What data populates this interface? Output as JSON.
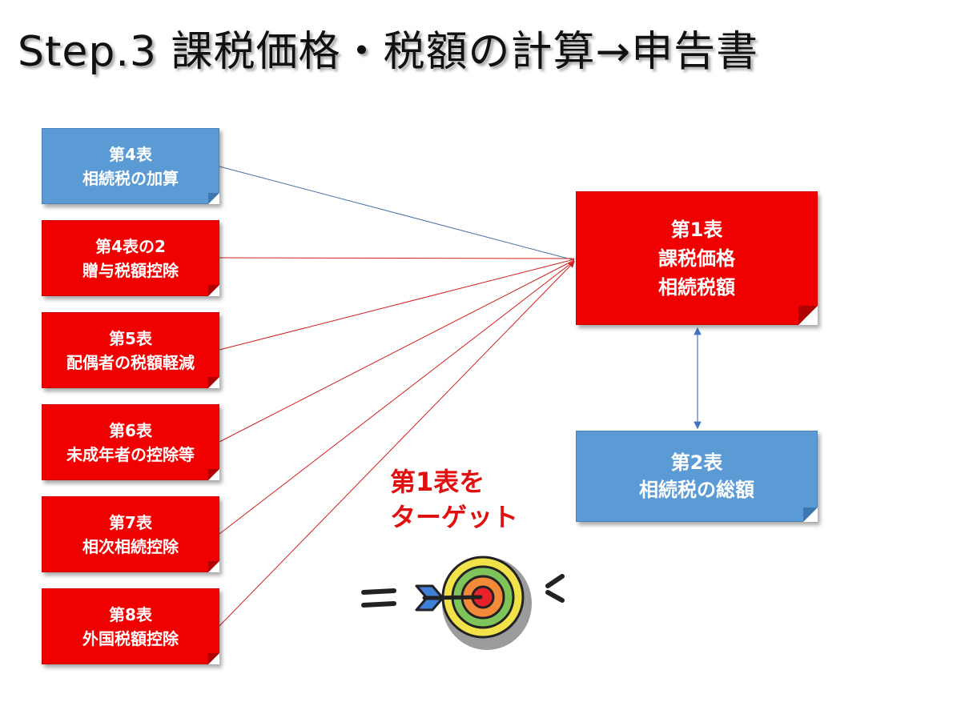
{
  "title": "Step.3 課税価格・税額の計算→申告書",
  "colors": {
    "red": "#f00000",
    "blue": "#5b9bd5",
    "line_red": "#d02020",
    "line_blue": "#4a6fa5",
    "target_text": "#e01010"
  },
  "left_boxes": [
    {
      "id": "table4",
      "color": "blue",
      "lines": [
        "第4表",
        "相続税の加算"
      ]
    },
    {
      "id": "table4-2",
      "color": "red",
      "lines": [
        "第4表の2",
        "贈与税額控除"
      ]
    },
    {
      "id": "table5",
      "color": "red",
      "lines": [
        "第5表",
        "配偶者の税額軽減"
      ]
    },
    {
      "id": "table6",
      "color": "red",
      "lines": [
        "第6表",
        "未成年者の控除等"
      ]
    },
    {
      "id": "table7",
      "color": "red",
      "lines": [
        "第7表",
        "相次相続控除"
      ]
    },
    {
      "id": "table8",
      "color": "red",
      "lines": [
        "第8表",
        "外国税額控除"
      ]
    }
  ],
  "main_box": {
    "lines": [
      "第1表",
      "課税価格",
      "相続税額"
    ]
  },
  "sub_box": {
    "lines": [
      "第2表",
      "相続税の総額"
    ]
  },
  "target_label": {
    "line1": "第1表を",
    "line2": "ターゲット"
  },
  "icons": {
    "target": "bullseye-arrow-icon"
  }
}
